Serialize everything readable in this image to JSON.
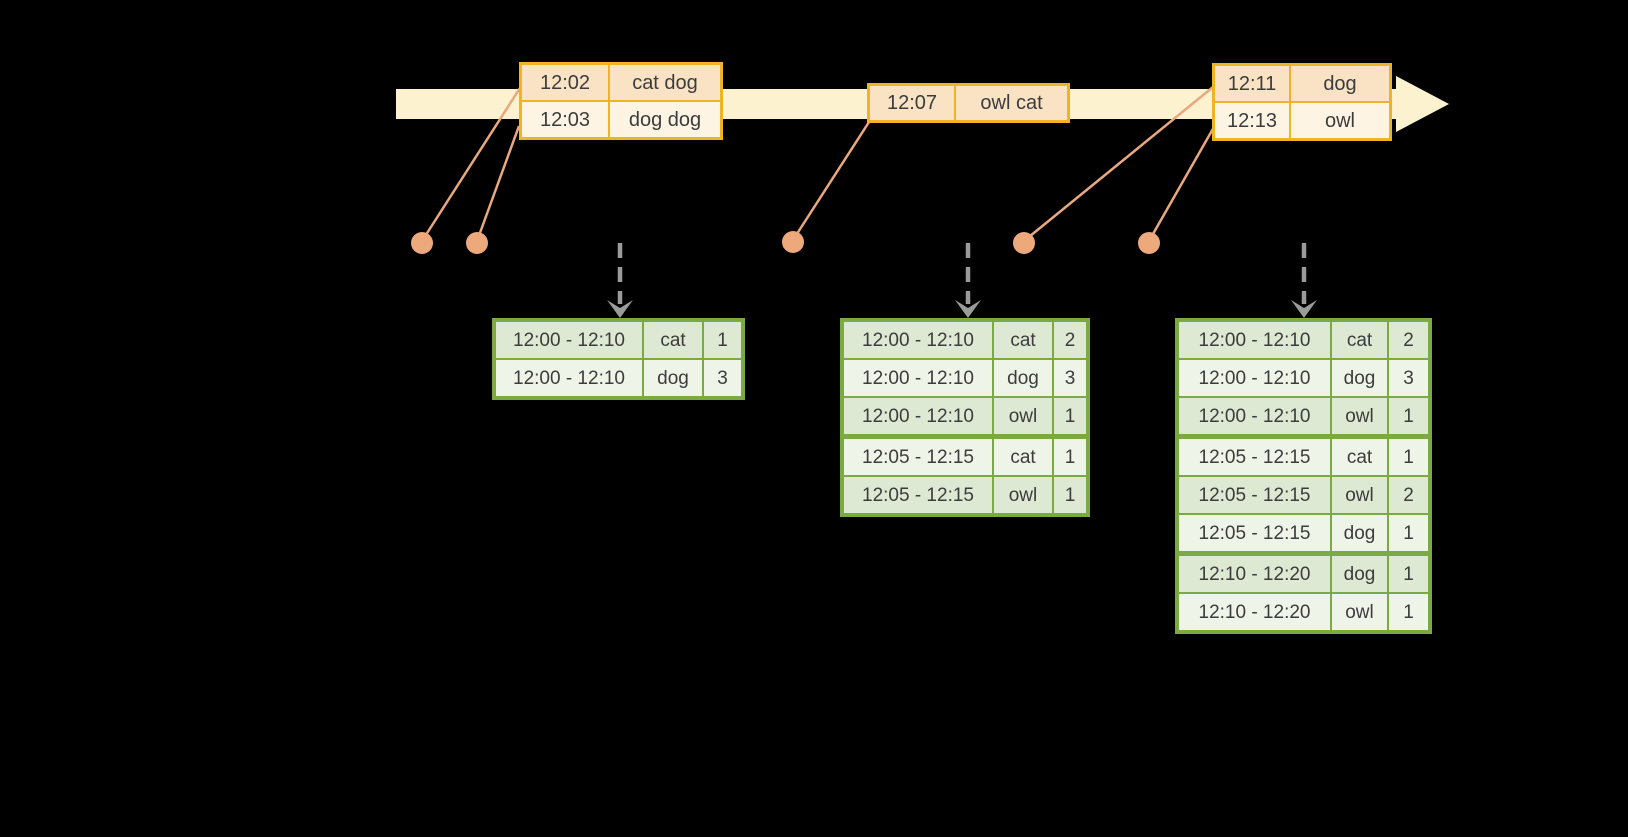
{
  "diagram": {
    "kind": "windowed-grouped-aggregation-timeline",
    "colors": {
      "background": "#000000",
      "timeline_fill": "#fcf2cf",
      "event_box_border": "#f0b321",
      "event_row_dark_fill": "#fae3c4",
      "event_row_light_fill": "#fdf4e3",
      "connector_line": "#e9a87e",
      "event_dot": "#eda87c",
      "trigger_arrow": "#9b9b9b",
      "result_table_border": "#7aaa41",
      "result_row_dark_fill": "#dee9d3",
      "result_row_light_fill": "#eff4e9",
      "text": "#3c3c3c"
    },
    "icons": {
      "timeline_arrowhead": "right-arrow",
      "trigger_arrowhead": "down-chevron"
    }
  },
  "event_boxes": [
    {
      "rows": [
        {
          "time": "12:02",
          "words": "cat dog"
        },
        {
          "time": "12:03",
          "words": "dog dog"
        }
      ]
    },
    {
      "rows": [
        {
          "time": "12:07",
          "words": "owl cat"
        }
      ]
    },
    {
      "rows": [
        {
          "time": "12:11",
          "words": "dog"
        },
        {
          "time": "12:13",
          "words": "owl"
        }
      ]
    }
  ],
  "result_tables": [
    {
      "rows": [
        {
          "window": "12:00 - 12:10",
          "word": "cat",
          "count": "1"
        },
        {
          "window": "12:00 - 12:10",
          "word": "dog",
          "count": "3"
        }
      ]
    },
    {
      "rows": [
        {
          "window": "12:00 - 12:10",
          "word": "cat",
          "count": "2"
        },
        {
          "window": "12:00 - 12:10",
          "word": "dog",
          "count": "3"
        },
        {
          "window": "12:00 - 12:10",
          "word": "owl",
          "count": "1"
        },
        {
          "window": "12:05 - 12:15",
          "word": "cat",
          "count": "1"
        },
        {
          "window": "12:05 - 12:15",
          "word": "owl",
          "count": "1"
        }
      ]
    },
    {
      "rows": [
        {
          "window": "12:00 - 12:10",
          "word": "cat",
          "count": "2"
        },
        {
          "window": "12:00 - 12:10",
          "word": "dog",
          "count": "3"
        },
        {
          "window": "12:00 - 12:10",
          "word": "owl",
          "count": "1"
        },
        {
          "window": "12:05 - 12:15",
          "word": "cat",
          "count": "1"
        },
        {
          "window": "12:05 - 12:15",
          "word": "owl",
          "count": "2"
        },
        {
          "window": "12:05 - 12:15",
          "word": "dog",
          "count": "1"
        },
        {
          "window": "12:10 - 12:20",
          "word": "dog",
          "count": "1"
        },
        {
          "window": "12:10 - 12:20",
          "word": "owl",
          "count": "1"
        }
      ]
    }
  ]
}
